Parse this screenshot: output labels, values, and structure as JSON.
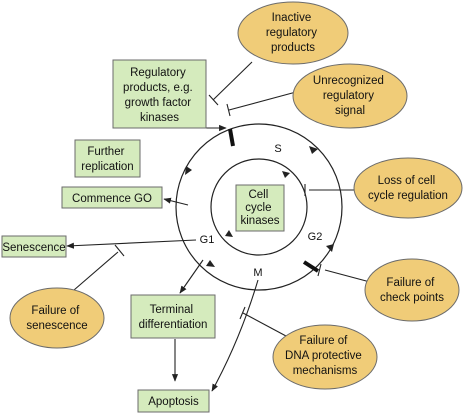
{
  "boxes": {
    "regulatory_products": [
      "Regulatory",
      "products, e.g.",
      "growth factor",
      "kinases"
    ],
    "further_replication": [
      "Further",
      "replication"
    ],
    "commence_go": [
      "Commence GO"
    ],
    "senescence": [
      "Senescence"
    ],
    "terminal_differentiation": [
      "Terminal",
      "differentiation"
    ],
    "apoptosis": [
      "Apoptosis"
    ],
    "cell_cycle_kinases": [
      "Cell",
      "cycle",
      "kinases"
    ]
  },
  "ovals": {
    "inactive_regulatory": [
      "Inactive",
      "regulatory",
      "products"
    ],
    "unrecognized_signal": [
      "Unrecognized",
      "regulatory",
      "signal"
    ],
    "loss_of_regulation": [
      "Loss of cell",
      "cycle regulation"
    ],
    "failure_check_points": [
      "Failure of",
      "check points"
    ],
    "failure_dna": [
      "Failure of",
      "DNA protective",
      "mechanisms"
    ],
    "failure_senescence": [
      "Failure of",
      "senescence"
    ]
  },
  "phases": {
    "s": "S",
    "g1": "G1",
    "g2": "G2",
    "m": "M"
  },
  "colors": {
    "box_fill": "#d5ebbd",
    "oval_fill": "#f0cc78",
    "line": "#222222"
  }
}
